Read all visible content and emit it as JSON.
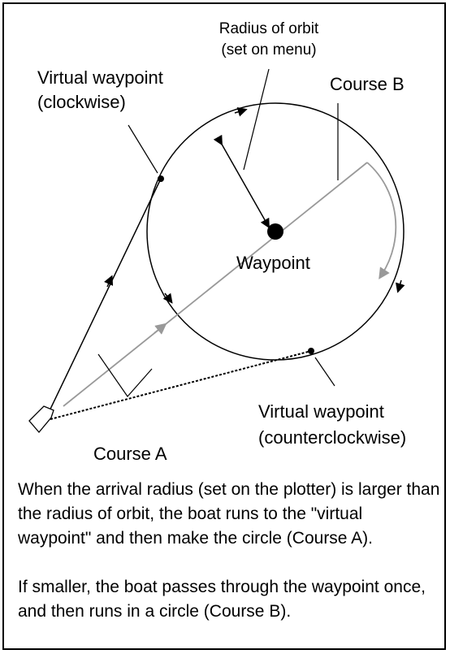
{
  "labels": {
    "radius_of_orbit_line1": "Radius of orbit",
    "radius_of_orbit_line2": "(set on menu)",
    "vwp_clockwise_line1": "Virtual waypoint",
    "vwp_clockwise_line2": "(clockwise)",
    "course_b": "Course B",
    "waypoint": "Waypoint",
    "vwp_counter_line1": "Virtual waypoint",
    "vwp_counter_line2": "(counterclockwise)",
    "course_a": "Course A"
  },
  "notes": {
    "arrival_radius_larger": "When the arrival radius (set on the plotter) is larger than the radius of orbit, the boat runs to the \"virtual waypoint\" and then make the circle (Course A).",
    "arrival_radius_smaller": "If smaller, the boat passes through the waypoint once, and then runs in a circle (Course B)."
  },
  "colors": {
    "course_a_line": "#000000",
    "course_b_line": "#999999",
    "circle": "#000000"
  }
}
